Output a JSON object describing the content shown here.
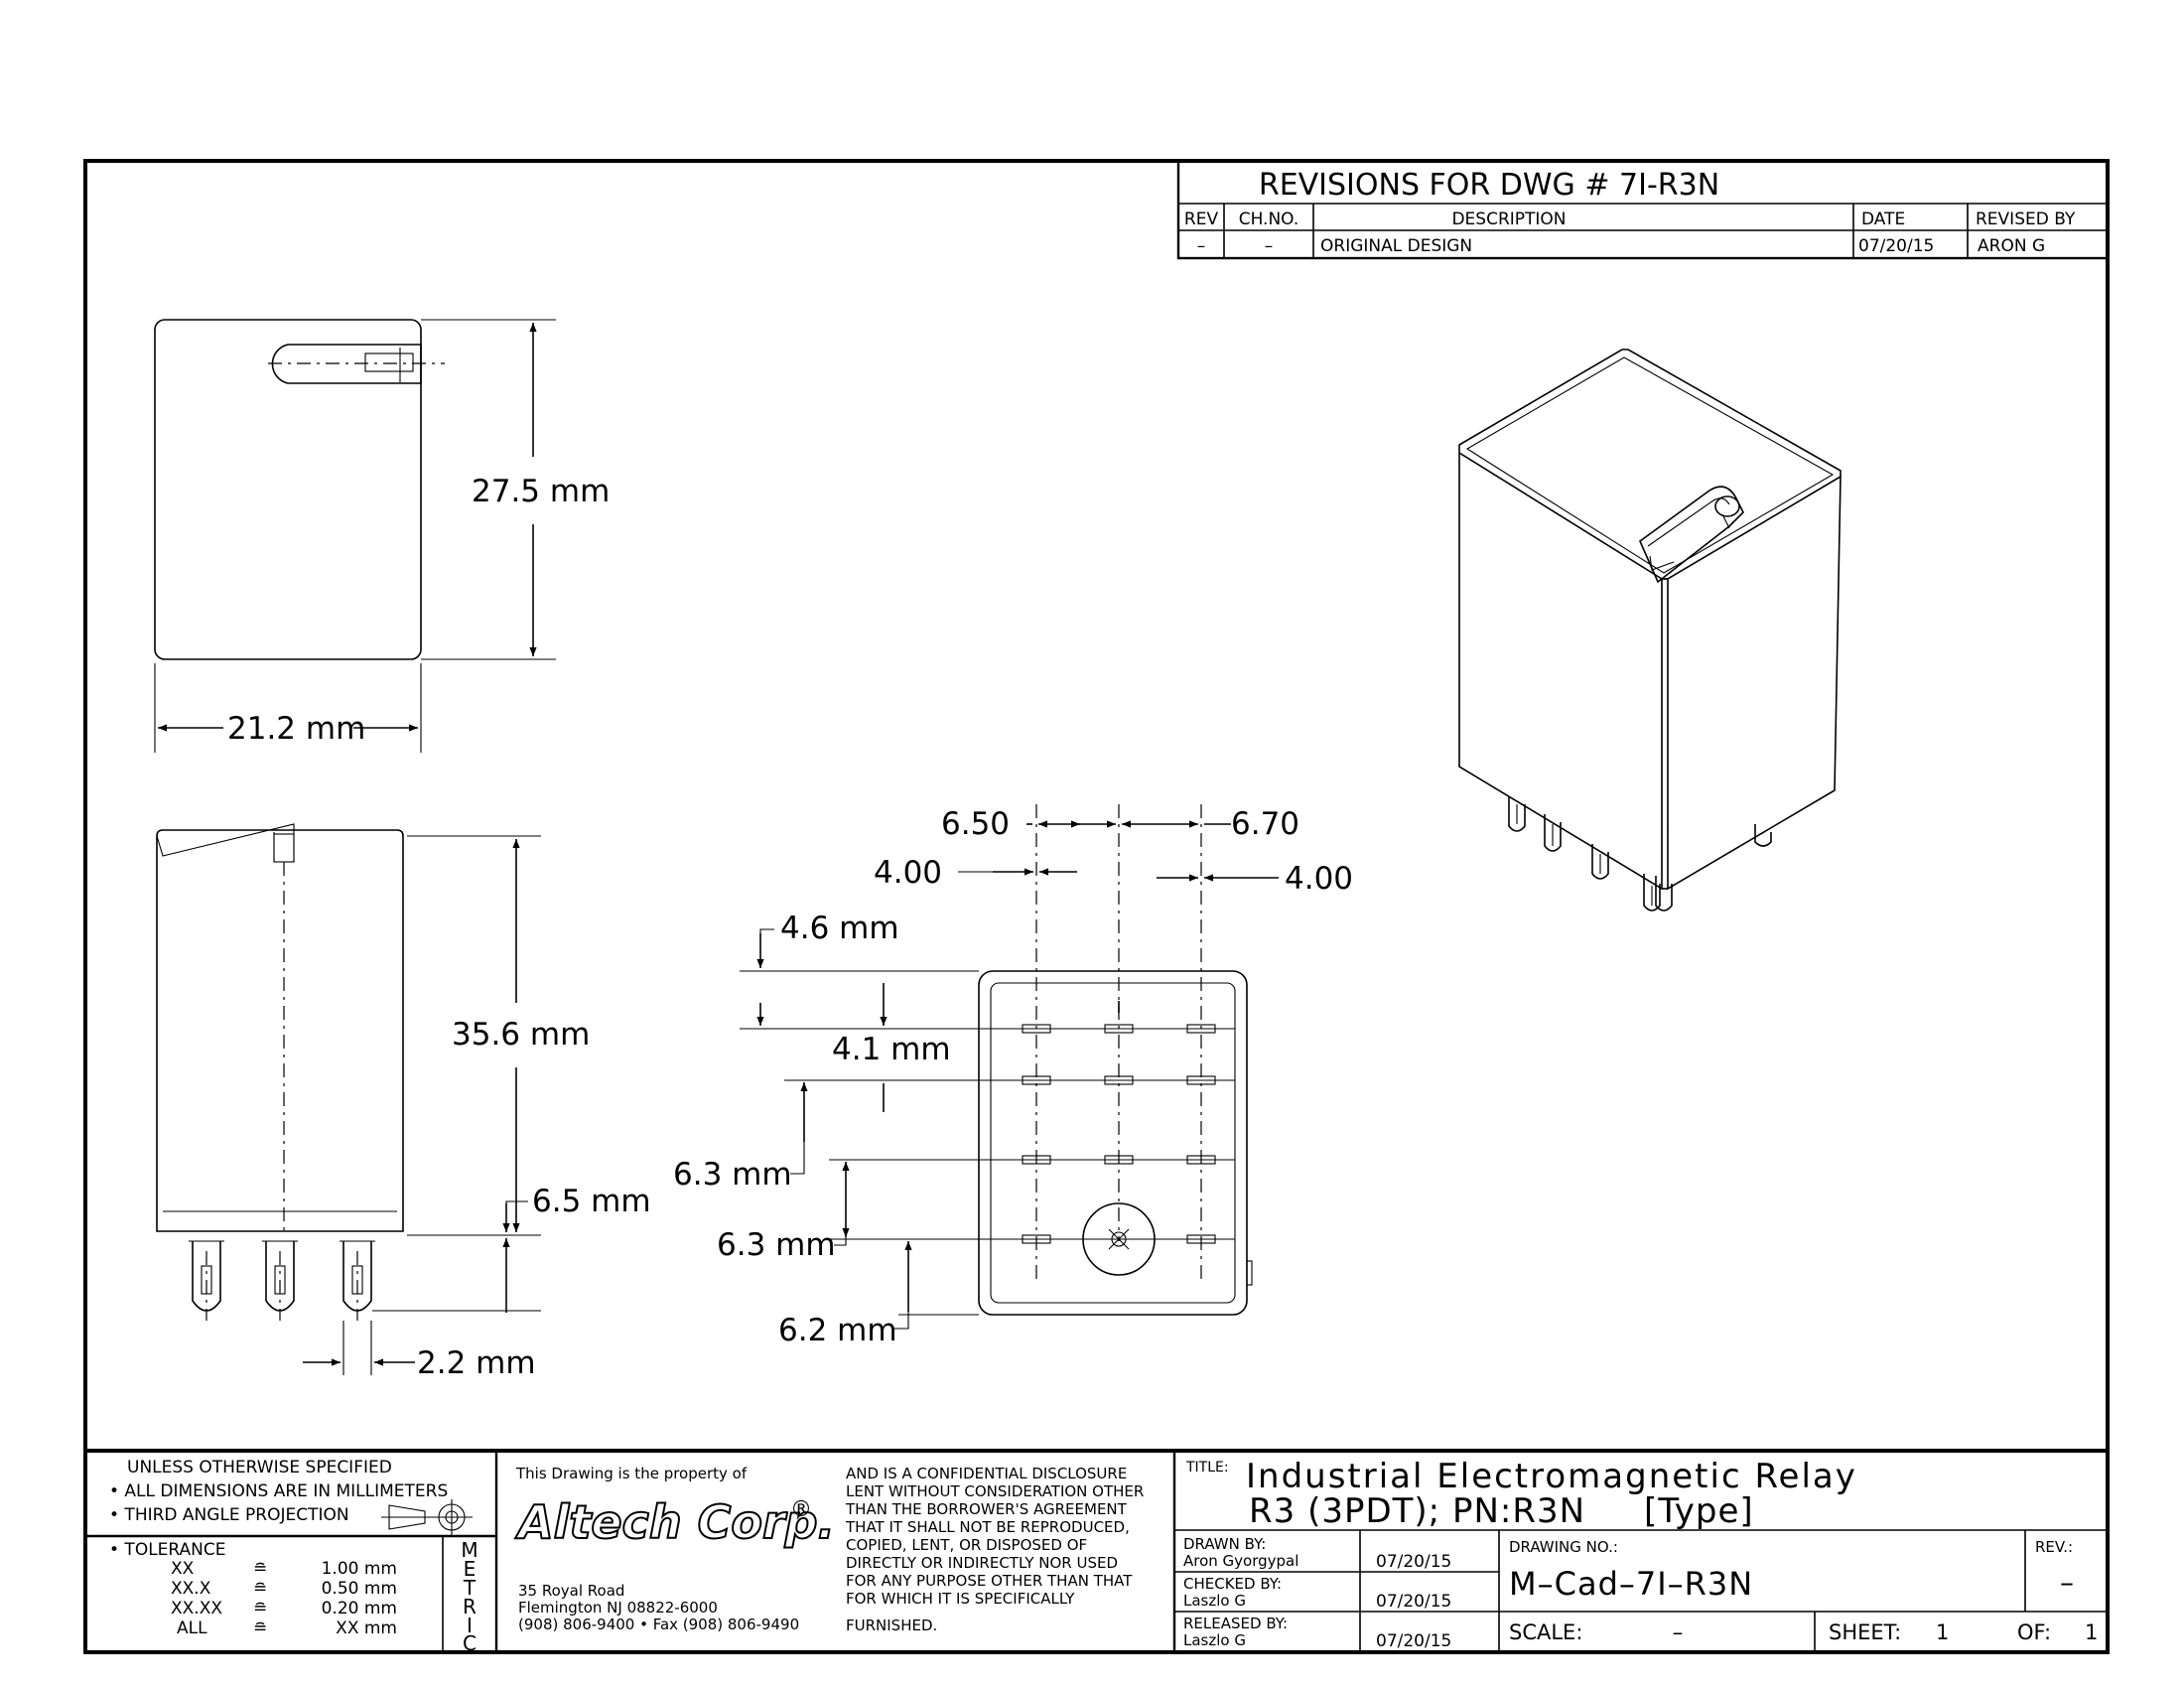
{
  "revisions": {
    "title": "REVISIONS FOR DWG # 7I-R3N",
    "headers": {
      "rev": "REV",
      "ch_no": "CH.NO.",
      "description": "DESCRIPTION",
      "date": "DATE",
      "revised_by": "REVISED BY"
    },
    "rows": [
      {
        "rev": "–",
        "ch_no": "–",
        "description": "ORIGINAL DESIGN",
        "date": "07/20/15",
        "revised_by": "ARON G"
      }
    ]
  },
  "dimensions": {
    "top_height": "27.5 mm",
    "top_width": "21.2 mm",
    "side_height": "35.6 mm",
    "pin_length": "6.5 mm",
    "pin_width": "2.2 mm",
    "pitch_left": "6.50",
    "pitch_right": "6.70",
    "offset_left": "4.00",
    "offset_right": "4.00",
    "row_4_6": "4.6 mm",
    "row_4_1": "4.1 mm",
    "row_6_3a": "6.3 mm",
    "row_6_3b": "6.3 mm",
    "row_6_2": "6.2 mm"
  },
  "title_block": {
    "unless": "UNLESS OTHERWISE SPECIFIED",
    "all_dims": "• ALL DIMENSIONS ARE IN MILLIMETERS",
    "third_angle": "• THIRD ANGLE PROJECTION",
    "tolerance_label": "• TOLERANCE",
    "tolerances": [
      {
        "k": "XX",
        "sym": "≘",
        "v": "1.00 mm"
      },
      {
        "k": "XX.X",
        "sym": "≘",
        "v": "0.50 mm"
      },
      {
        "k": "XX.XX",
        "sym": "≘",
        "v": "0.20 mm"
      },
      {
        "k": "ALL",
        "sym": "≘",
        "v": "XX mm"
      }
    ],
    "metric": [
      "M",
      "E",
      "T",
      "R",
      "I",
      "C"
    ],
    "property_of": "This Drawing is the property of",
    "company": "Altech Corp.",
    "registered": "®",
    "address": [
      "35 Royal Road",
      "Flemington NJ 08822-6000",
      "(908) 806-9400 • Fax (908) 806-9490"
    ],
    "disclosure": [
      "AND IS A CONFIDENTIAL DISCLOSURE",
      "LENT WITHOUT CONSIDERATION OTHER",
      "THAN THE BORROWER'S AGREEMENT",
      "THAT IT SHALL NOT BE REPRODUCED,",
      "COPIED, LENT, OR DISPOSED OF",
      "DIRECTLY OR INDIRECTLY NOR USED",
      "FOR ANY PURPOSE OTHER THAN THAT",
      "FOR WHICH IT IS SPECIFICALLY",
      "FURNISHED."
    ],
    "title_label": "TITLE:",
    "title_line1": "Industrial Electromagnetic Relay",
    "title_line2": "R3 (3PDT); PN:R3N     [Type]",
    "drawn_by_label": "DRAWN BY:",
    "drawn_by": "Aron Gyorgypal",
    "drawn_date": "07/20/15",
    "checked_by_label": "CHECKED BY:",
    "checked_by": "Laszlo G",
    "checked_date": "07/20/15",
    "released_by_label": "RELEASED BY:",
    "released_by": "Laszlo G",
    "released_date": "07/20/15",
    "drawing_no_label": "DRAWING NO.:",
    "drawing_no": "M–Cad–7I–R3N",
    "rev_label": "REV.:",
    "rev": "–",
    "scale_label": "SCALE:",
    "scale": "–",
    "sheet_label": "SHEET:",
    "sheet": "1",
    "of_label": "OF:",
    "of": "1"
  }
}
